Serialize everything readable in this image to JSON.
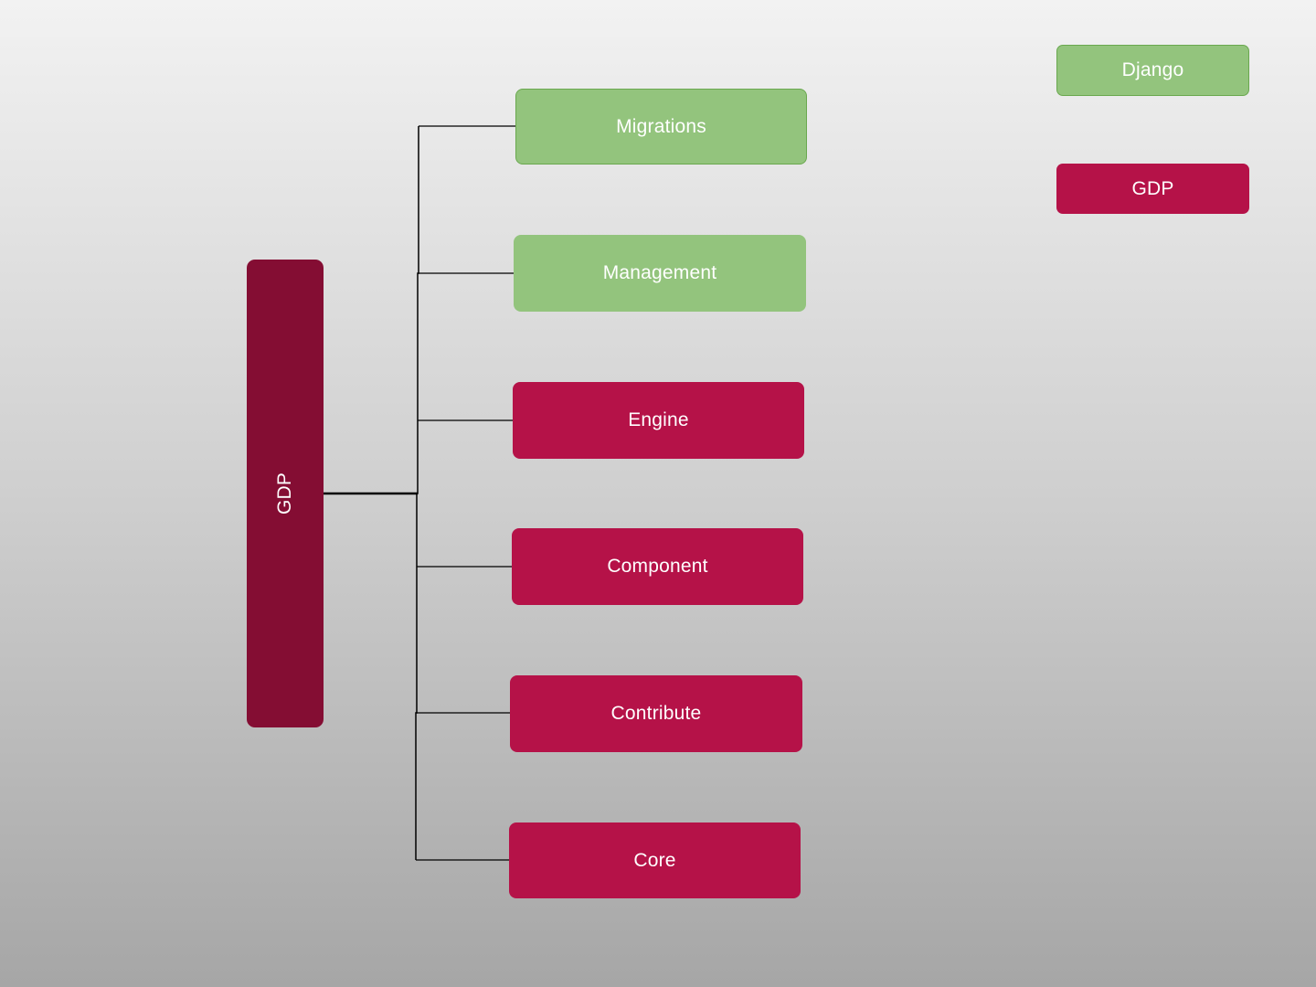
{
  "root": {
    "label": "GDP",
    "color": "#840d33"
  },
  "children": [
    {
      "label": "Migrations",
      "group": "Django"
    },
    {
      "label": "Management",
      "group": "Django"
    },
    {
      "label": "Engine",
      "group": "GDP"
    },
    {
      "label": "Component",
      "group": "GDP"
    },
    {
      "label": "Contribute",
      "group": "GDP"
    },
    {
      "label": "Core",
      "group": "GDP"
    }
  ],
  "legend": [
    {
      "label": "Django",
      "color": "#93c47d"
    },
    {
      "label": "GDP",
      "color": "#b51248"
    }
  ]
}
